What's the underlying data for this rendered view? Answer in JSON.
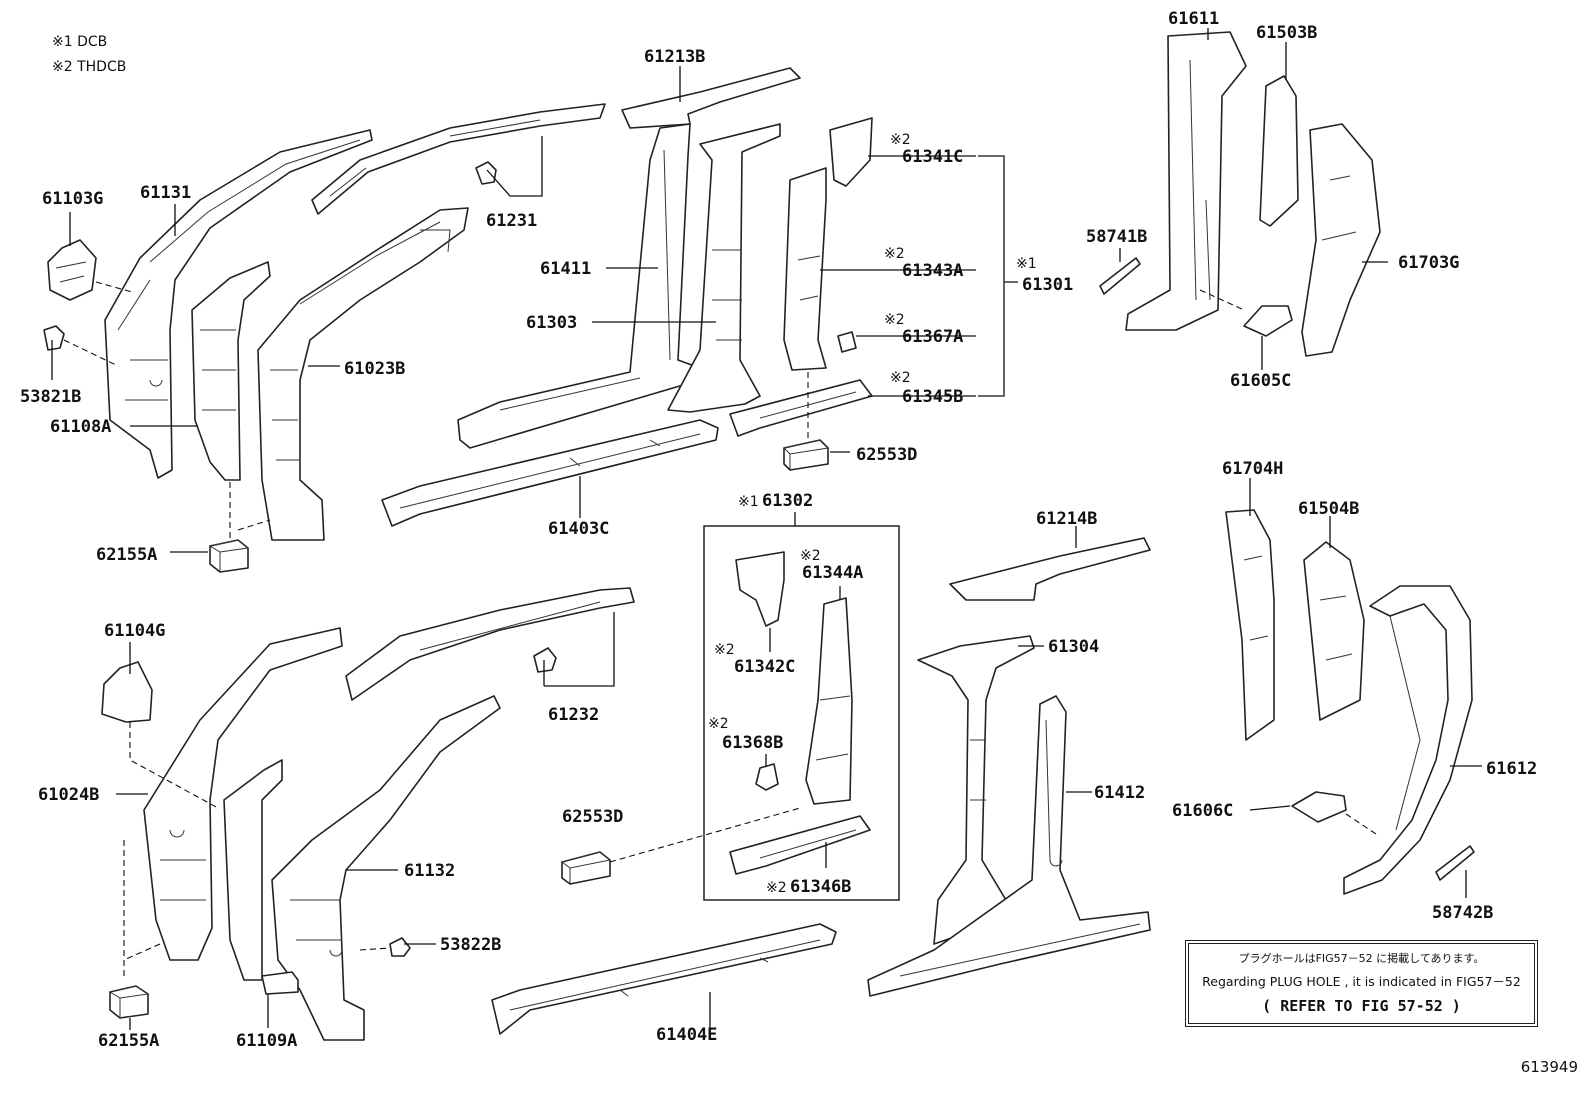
{
  "legend": {
    "mark1": "※1",
    "mark1_text": "DCB",
    "mark2": "※2",
    "mark2_text": "THDCB"
  },
  "labels": {
    "p61103G": "61103G",
    "p61131": "61131",
    "p53821B": "53821B",
    "p61108A": "61108A",
    "p61023B": "61023B",
    "p62155A_top": "62155A",
    "p61231": "61231",
    "p61213B": "61213B",
    "p61411": "61411",
    "p61303": "61303",
    "p61403C": "61403C",
    "p61341C": "61341C",
    "p61343A": "61343A",
    "p61367A": "61367A",
    "p61345B": "61345B",
    "p61301": "61301",
    "p62553D_top": "62553D",
    "p61611": "61611",
    "p61503B": "61503B",
    "p58741B": "58741B",
    "p61703G": "61703G",
    "p61605C": "61605C",
    "p61302": "61302",
    "p61344A": "61344A",
    "p61342C": "61342C",
    "p61368B": "61368B",
    "p61346B": "61346B",
    "p62553D_bottom": "62553D",
    "p61214B": "61214B",
    "p61304": "61304",
    "p61412": "61412",
    "p61404E": "61404E",
    "p61104G": "61104G",
    "p61232": "61232",
    "p61024B": "61024B",
    "p61132": "61132",
    "p53822B": "53822B",
    "p62155A_bottom": "62155A",
    "p61109A": "61109A",
    "p61704H": "61704H",
    "p61504B": "61504B",
    "p61612": "61612",
    "p61606C": "61606C",
    "p58742B": "58742B"
  },
  "marks": {
    "m1": "※1",
    "m2": "※2"
  },
  "note": {
    "japanese": "プラグホールはFIG57－52 に掲載してあります。",
    "english": "Regarding PLUG HOLE , it is indicated in FIG57－52",
    "reference": "( REFER TO FIG 57-52 )"
  },
  "figure_number": "613949"
}
